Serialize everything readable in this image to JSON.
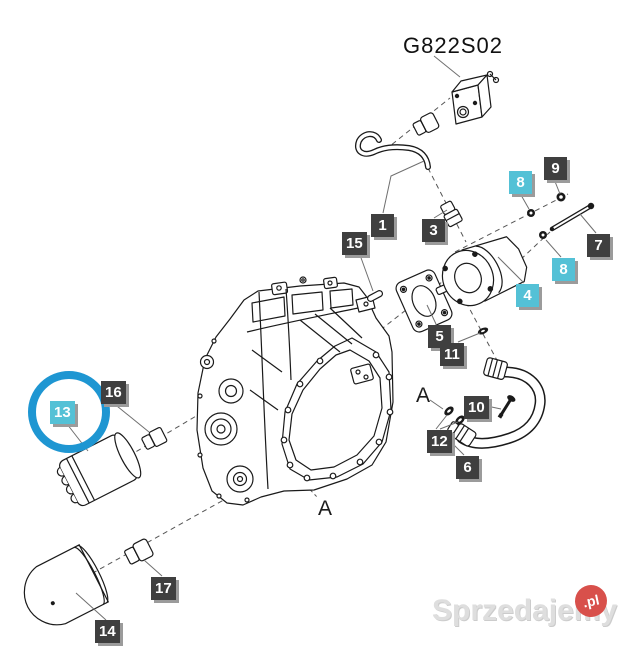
{
  "diagram": {
    "title": "G822S02",
    "labels": [
      {
        "number": "1",
        "style": "dark"
      },
      {
        "number": "3",
        "style": "dark"
      },
      {
        "number": "15",
        "style": "dark"
      },
      {
        "number": "9",
        "style": "dark"
      },
      {
        "number": "8",
        "style": "highlight"
      },
      {
        "number": "7",
        "style": "dark"
      },
      {
        "number": "8",
        "style": "highlight"
      },
      {
        "number": "4",
        "style": "highlight"
      },
      {
        "number": "5",
        "style": "dark"
      },
      {
        "number": "11",
        "style": "dark"
      },
      {
        "number": "10",
        "style": "dark"
      },
      {
        "number": "12",
        "style": "dark"
      },
      {
        "number": "6",
        "style": "dark"
      },
      {
        "number": "13",
        "style": "highlight"
      },
      {
        "number": "16",
        "style": "dark"
      },
      {
        "number": "17",
        "style": "dark"
      },
      {
        "number": "14",
        "style": "dark"
      }
    ],
    "reference_letters": [
      {
        "text": "A"
      },
      {
        "text": "A"
      }
    ],
    "watermark": {
      "text": "Sprzedajemy",
      "suffix": ".pl"
    },
    "colors": {
      "label_dark": "#3f3f3f",
      "label_highlight": "#54c1d6",
      "label_text": "#ffffff",
      "label_shadow": "#9b9b9b",
      "highlight_circle": "#1e96d2",
      "watermark_text": "#dedede",
      "watermark_badge": "#d8504b",
      "line_art": "#1a1a1a"
    }
  }
}
